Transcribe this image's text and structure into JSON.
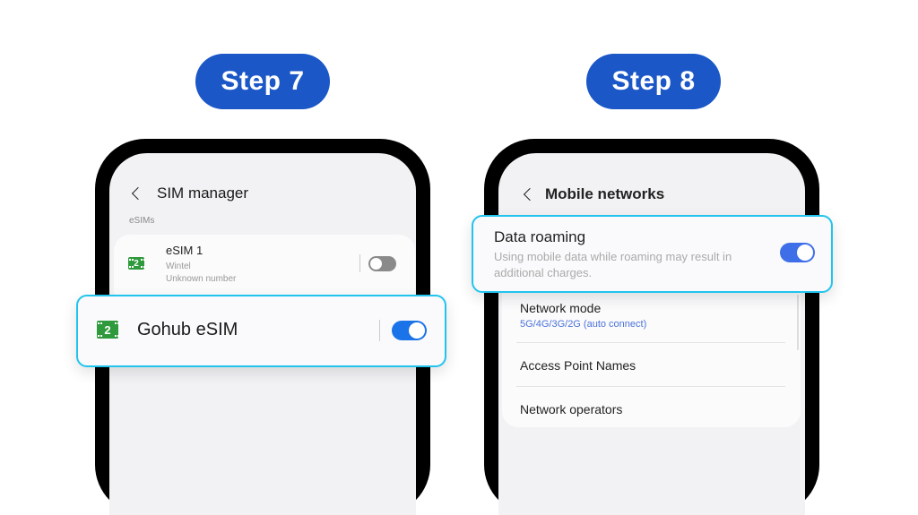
{
  "steps": [
    {
      "label": "Step 7"
    },
    {
      "label": "Step 8"
    }
  ],
  "step7": {
    "title": "SIM manager",
    "section": "eSIMs",
    "esim1": {
      "name": "eSIM 1",
      "carrier": "Wintel",
      "number": "Unknown number",
      "slot": "2",
      "enabled": false
    },
    "gohub": {
      "name": "Gohub eSIM",
      "slot": "2",
      "enabled": true
    }
  },
  "step8": {
    "title": "Mobile networks",
    "roaming": {
      "label": "Data roaming",
      "desc": "Using mobile data while roaming may result in additional charges.",
      "enabled": true
    },
    "items": [
      {
        "label": "Network mode",
        "sub": "5G/4G/3G/2G (auto connect)"
      },
      {
        "label": "Access Point Names"
      },
      {
        "label": "Network operators"
      }
    ]
  },
  "colors": {
    "pill": "#1b57c7",
    "highlight": "#22c4ee",
    "toggle_on": "#1a73e8"
  }
}
